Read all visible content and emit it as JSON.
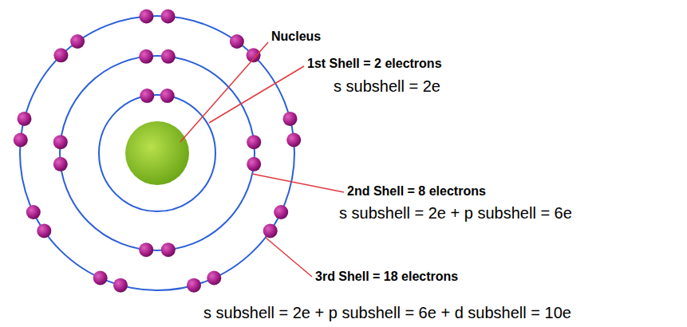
{
  "diagram": {
    "labels": [
      "Nucleus",
      "1st Shell = 2 electrons",
      "s subshell = 2e",
      "2nd Shell = 8 electrons",
      "s subshell = 2e + p subshell = 6e",
      "3rd Shell = 18 electrons",
      "s subshell = 2e + p subshell = 6e + d subshell = 10e"
    ]
  }
}
